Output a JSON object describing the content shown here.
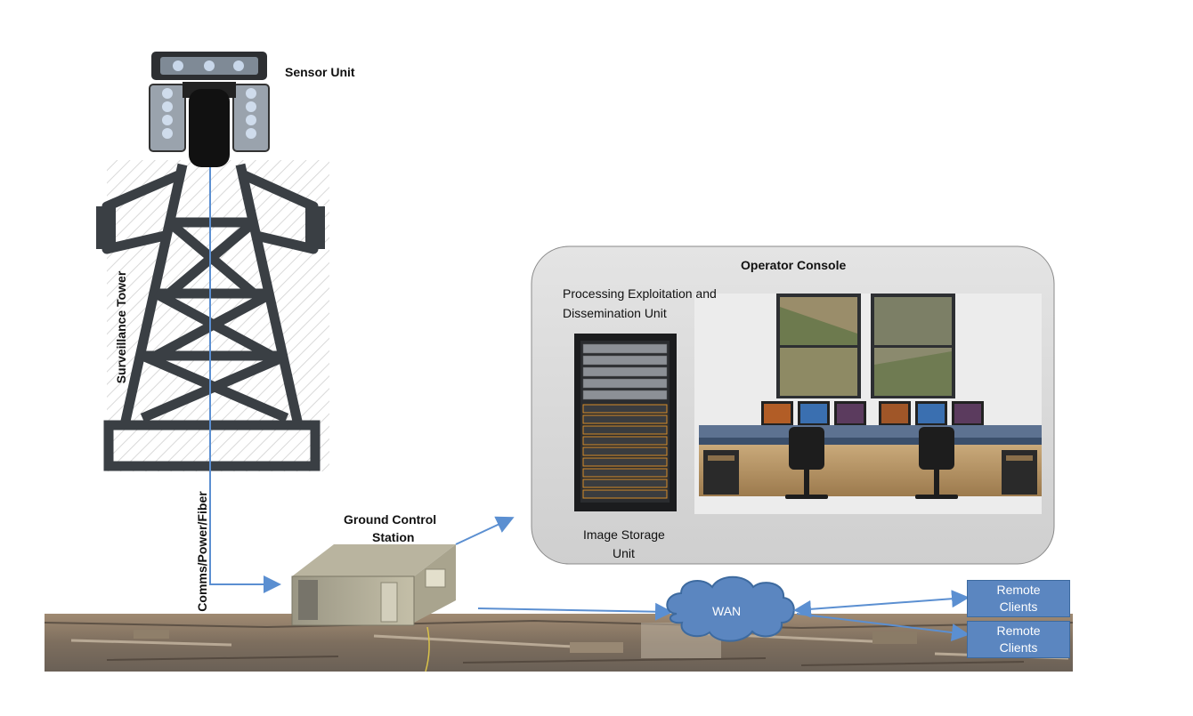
{
  "labels": {
    "sensor_unit": "Sensor Unit",
    "surveillance_tower": "Surveillance Tower",
    "cable": "Comms/Power/Fiber",
    "ground_control_1": "Ground Control",
    "ground_control_2": "Station",
    "operator_console": "Operator Console",
    "ped_unit_1": "Processing Exploitation and",
    "ped_unit_2": "Dissemination Unit",
    "image_storage_1": "Image Storage",
    "image_storage_2": "Unit",
    "wan": "WAN"
  },
  "remote_clients": [
    {
      "line1": "Remote",
      "line2": "Clients"
    },
    {
      "line1": "Remote",
      "line2": "Clients"
    }
  ],
  "colors": {
    "arrow": "#5b8fd1",
    "cloud_fill": "#5b86c0",
    "console_bg": "#dcdcdc",
    "tower": "#3a3f44"
  }
}
